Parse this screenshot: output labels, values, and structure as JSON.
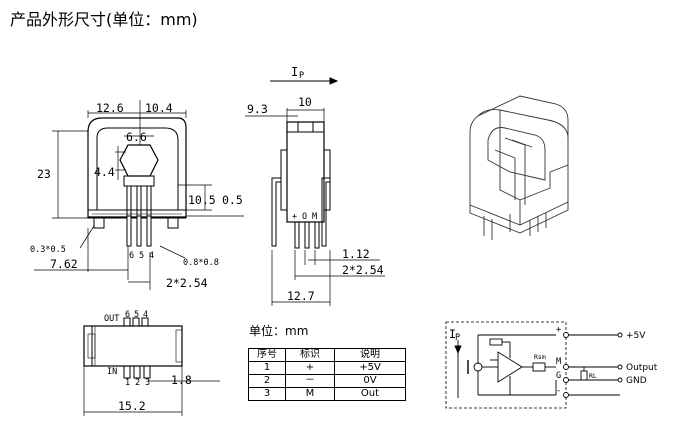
{
  "title": "产品外形尺寸(单位：mm)",
  "front_view": {
    "dim_top_left": "12.6",
    "dim_top_right": "10.4",
    "dim_hex_width": "6.6",
    "dim_hex_height": "4.4",
    "dim_height": "23",
    "dim_pin_length": "10.5",
    "dim_gap": "0.5",
    "dim_base_pin": "0.3*0.5",
    "dim_offset": "7.62",
    "dim_pin_section": "0.8*0.8",
    "dim_pitch": "2*2.54",
    "pin_labels": [
      "6",
      "5",
      "4"
    ]
  },
  "side_view": {
    "current_label": "I",
    "current_sub": "P",
    "dim_offset": "9.3",
    "dim_width": "10",
    "pin_marks": [
      "+",
      "O",
      "M"
    ],
    "dim_spacing": "1.12",
    "dim_pitch": "2*2.54",
    "dim_bottom": "12.7"
  },
  "bottom_view": {
    "out_label": "OUT",
    "top_pins": [
      "6",
      "5",
      "4"
    ],
    "in_label": "IN",
    "bottom_pins": [
      "1",
      "2",
      "3"
    ],
    "dim_right": "1.8",
    "dim_width": "15.2"
  },
  "pin_table": {
    "unit_label": "单位：mm",
    "headers": [
      "序号",
      "标识",
      "说明"
    ],
    "rows": [
      [
        "1",
        "+",
        "+5V"
      ],
      [
        "2",
        "－",
        "0V"
      ],
      [
        "3",
        "M",
        "Out"
      ]
    ]
  },
  "circuit": {
    "current_label": "I",
    "current_sub": "P",
    "plus_5v": "+5V",
    "output": "Output",
    "gnd": "GND",
    "rsm": "Rsm",
    "rl": "RL",
    "pin_plus": "+",
    "pin_m": "M",
    "pin_g": "G",
    "pin_minus": "-"
  }
}
